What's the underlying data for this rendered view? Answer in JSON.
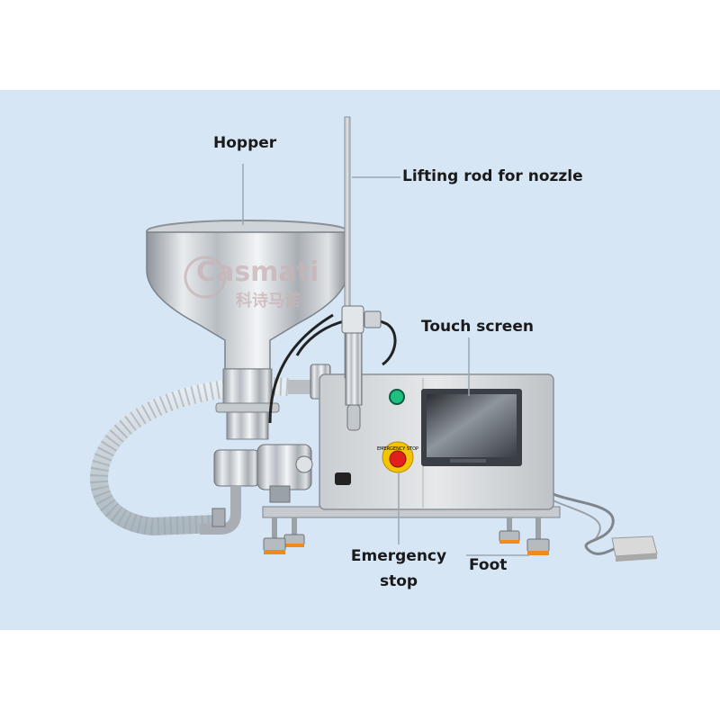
{
  "colors": {
    "background": "#d6e6f5",
    "leader_line": "#9aa7b5",
    "steel_light": "#eef0f2",
    "steel_dark": "#8a9096",
    "emergency_red": "#e0201b",
    "emergency_ring": "#f5c400",
    "indicator_green": "#1fbf80",
    "foot_pad": "#f08a1c",
    "watermark": "#c9b3b6"
  },
  "labels": {
    "hopper": "Hopper",
    "lifting_rod": "Lifting rod for nozzle",
    "touch_screen": "Touch screen",
    "emergency_stop_line1": "Emergency",
    "emergency_stop_line2": "stop",
    "foot": "Foot"
  },
  "watermark": {
    "brand": "Casmati",
    "chinese": "科诗马诺"
  },
  "device_text": {
    "estop_ring": "EMERGENCY STOP"
  }
}
